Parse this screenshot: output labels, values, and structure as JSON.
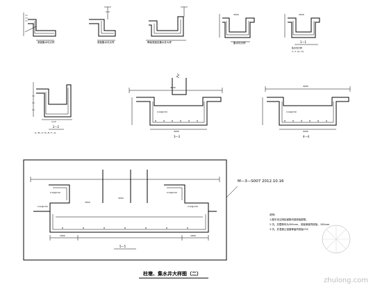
{
  "sheet": {
    "title": "柱墩、集水井大样图（二）",
    "watermark": "zhulong.com"
  },
  "details": {
    "d1": {
      "caption": "底板集水坑大样"
    },
    "d2": {
      "caption": "底板集水坑大样"
    },
    "d3": {
      "caption": "降板底板处集水井大样"
    },
    "d4": {
      "caption": "集水坑大样"
    },
    "d5": {
      "caption": "集水坑大样",
      "section": "1—1",
      "note": "1—1 (A—C)"
    },
    "d6": {
      "section": "2—2",
      "note": "A—B—C, D—E, F—G",
      "dim": "4.10"
    },
    "d7": {
      "section": "3—3",
      "dim_top": "4000",
      "dim_bottom": "4000",
      "rebar": "C14@150"
    },
    "d8": {
      "section": "4—4",
      "dim_top": "4000",
      "dim_bottom": "5000",
      "rebar": "C14@150"
    },
    "main": {
      "section": "5—5",
      "rebar_left": "C14@150",
      "rebar_right": "C14@150",
      "dims": [
        "3050",
        "3050"
      ],
      "bottom_dims": [
        "1800",
        "1800"
      ]
    }
  },
  "revision": "M—3—S007  2012.10.16",
  "notes": {
    "heading": "说明：",
    "lines": [
      "1.图中未注明处钢筋均按底板配筋，",
      "2.坑、井壁厚均为300mm，底板厚度同底板，100mm",
      "3.坑、井混凝土强度等级同底板C35"
    ]
  }
}
